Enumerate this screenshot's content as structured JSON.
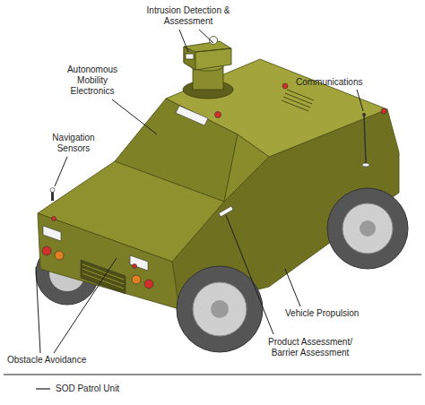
{
  "diagram": {
    "caption": "SOD Patrol Unit",
    "labels": [
      "Intrusion Detection & Assessment",
      "Autonomous Mobility Electronics",
      "Communications",
      "Navigation Sensors",
      "Vehicle Propulsion",
      "Product Assessment/ Barrier Assessment",
      "Obstacle Avoidance"
    ]
  }
}
